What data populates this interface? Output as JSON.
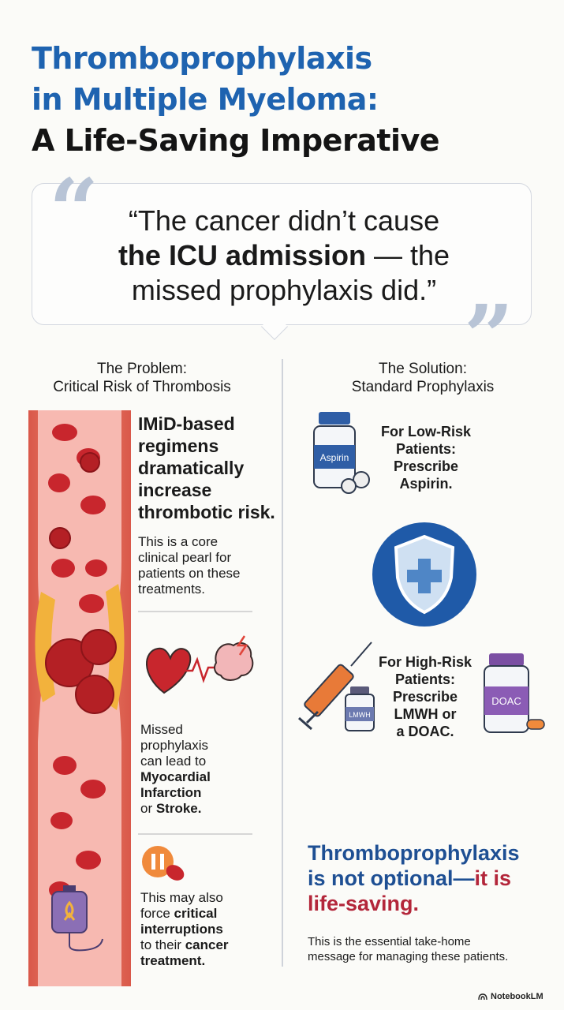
{
  "title": {
    "line1": "Thromboprophylaxis",
    "line2": "in Multiple Myeloma:",
    "line3": "A Life-Saving Imperative"
  },
  "quote": {
    "line1": "“The cancer didn’t cause",
    "line2_bold": "the ICU admission",
    "line2_rest": " — the",
    "line3": "missed prophylaxis did.”"
  },
  "problem": {
    "heading_line1": "The Problem:",
    "heading_line2": "Critical Risk of Thrombosis",
    "main_line1": "IMiD-based",
    "main_line2": "regimens",
    "main_line3": "dramatically",
    "main_line4": "increase",
    "main_line5": "thrombotic risk.",
    "pearl_line1": "This is a core",
    "pearl_line2": "clinical pearl for",
    "pearl_line3": "patients on these",
    "pearl_line4": "treatments.",
    "missed_line1": "Missed",
    "missed_line2": "prophylaxis",
    "missed_line3": "can lead to",
    "missed_bold1": "Myocardial",
    "missed_bold2": "Infarction",
    "missed_or": "or ",
    "missed_bold3": "Stroke.",
    "interrupt_line1": "This may also",
    "interrupt_line2": "force ",
    "interrupt_bold1": "critical",
    "interrupt_bold2": "interruptions",
    "interrupt_line4": "to their ",
    "interrupt_bold3": "cancer",
    "interrupt_bold4": "treatment."
  },
  "solution": {
    "heading_line1": "The Solution:",
    "heading_line2": "Standard Prophylaxis",
    "low_line1": "For Low-Risk",
    "low_line2": "Patients:",
    "low_line3": "Prescribe",
    "low_line4": "Aspirin.",
    "aspirin_label": "Aspirin",
    "high_line1": "For High-Risk",
    "high_line2": "Patients:",
    "high_line3": "Prescribe",
    "high_line4": "LMWH or",
    "high_line5": "a DOAC.",
    "lmwh_label": "LMWH",
    "doac_label": "DOAC"
  },
  "takeaway": {
    "line1": "Thromboprophylaxis",
    "line2_blue": "is not optional—",
    "line2_red": "it is",
    "line3": "life-saving.",
    "sub_line1": "This is the essential take-home",
    "sub_line2": "message for managing these patients."
  },
  "brand": "NotebookLM",
  "colors": {
    "title_blue": "#1e63b0",
    "accent_red": "#b3263a",
    "shield_blue": "#1f5aa8"
  }
}
